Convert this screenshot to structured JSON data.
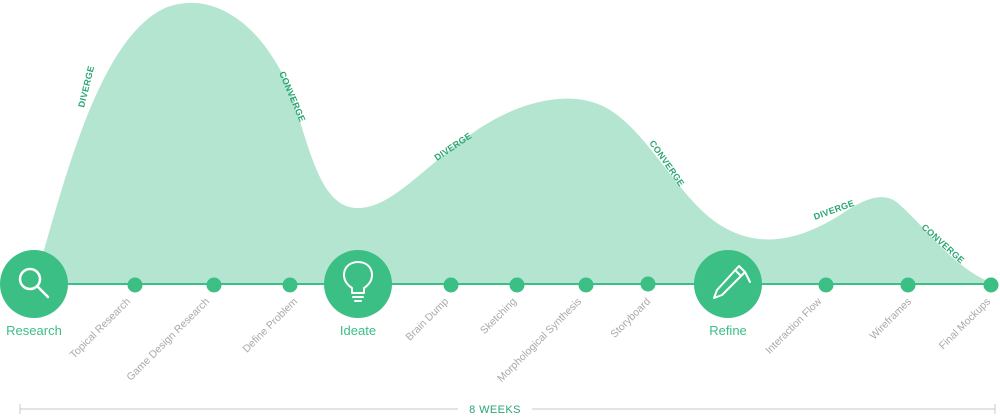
{
  "colors": {
    "fill": "#b3e5d0",
    "accent": "#3bbf85",
    "accent_dark": "#2aa673",
    "step_text": "#a9a9a9",
    "rule": "#c9c9c9"
  },
  "curve_labels": {
    "diverge_1": "DIVERGE",
    "converge_1": "CONVERGE",
    "diverge_2": "DIVERGE",
    "converge_2": "CONVERGE",
    "diverge_3": "DIVERGE",
    "converge_3": "CONVERGE"
  },
  "stages": {
    "research": {
      "label": "Research",
      "icon": "magnifier-icon"
    },
    "ideate": {
      "label": "Ideate",
      "icon": "lightbulb-icon"
    },
    "refine": {
      "label": "Refine",
      "icon": "pen-icon"
    }
  },
  "steps": [
    "Topical Research",
    "Game Design Research",
    "Define Problem",
    "Brain Dump",
    "Sketching",
    "Morphological Synthesis",
    "Storyboard",
    "Interaction Flow",
    "Wireframes",
    "Final Mockups"
  ],
  "duration": "8 WEEKS"
}
